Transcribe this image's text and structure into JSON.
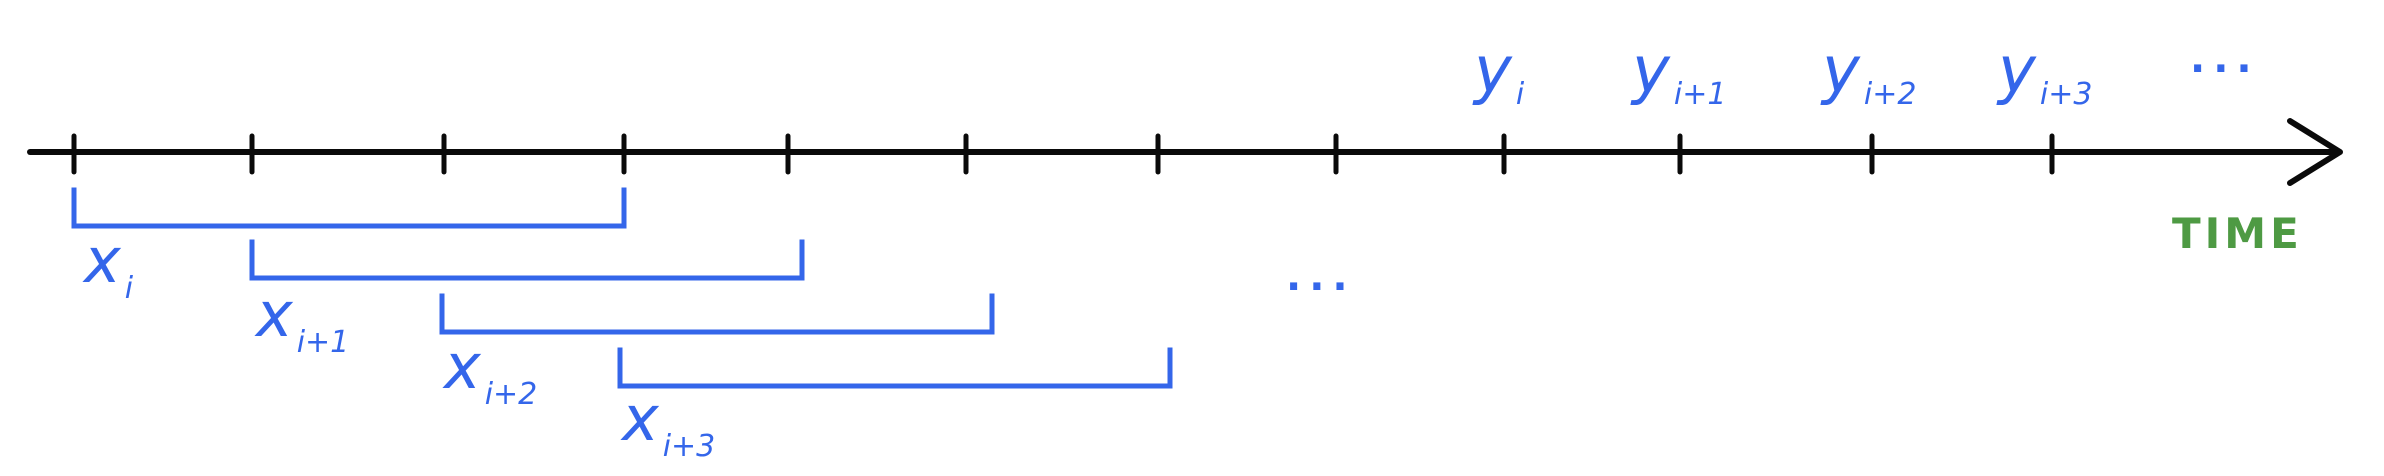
{
  "colors": {
    "axis": "#0a0a0a",
    "window": "#3466ea",
    "label": "#3466ea",
    "time_label": "#4e9a43"
  },
  "axis": {
    "label": "TIME",
    "tick_count": 12
  },
  "input_windows": [
    {
      "base": "x",
      "subscript": "i"
    },
    {
      "base": "x",
      "subscript": "i+1"
    },
    {
      "base": "x",
      "subscript": "i+2"
    },
    {
      "base": "x",
      "subscript": "i+3"
    }
  ],
  "windows_ellipsis": "...",
  "outputs": [
    {
      "base": "y",
      "subscript": "i"
    },
    {
      "base": "y",
      "subscript": "i+1"
    },
    {
      "base": "y",
      "subscript": "i+2"
    },
    {
      "base": "y",
      "subscript": "i+3"
    }
  ],
  "outputs_ellipsis": "..."
}
